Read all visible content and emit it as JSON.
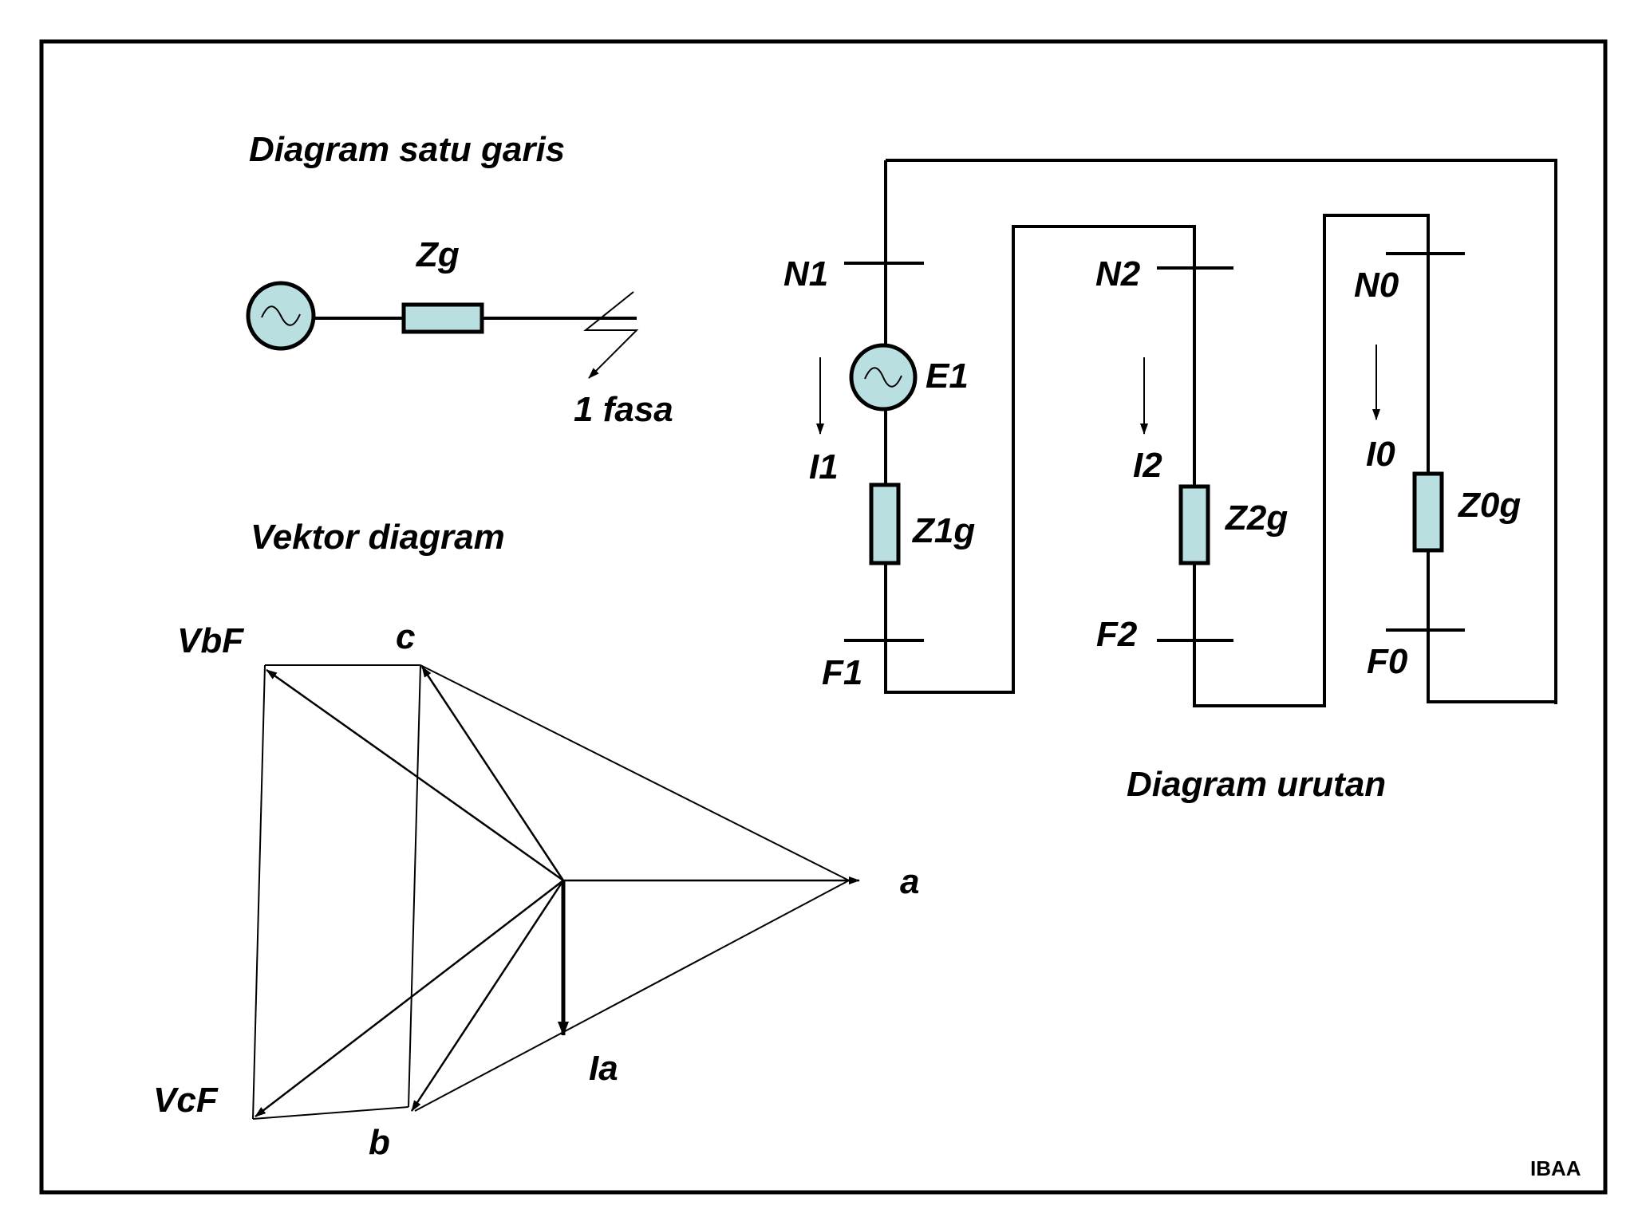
{
  "titles": {
    "single_line": "Diagram  satu  garis",
    "vector": "Vektor  diagram",
    "sequence": "Diagram  urutan"
  },
  "single_line": {
    "impedance": "Zg",
    "fault": "1 fasa"
  },
  "sequence": {
    "positive": {
      "bus_n": "N1",
      "bus_f": "F1",
      "source": "E1",
      "current": "I1",
      "impedance": "Z1g"
    },
    "negative": {
      "bus_n": "N2",
      "bus_f": "F2",
      "current": "I2",
      "impedance": "Z2g"
    },
    "zero": {
      "bus_n": "N0",
      "bus_f": "F0",
      "current": "I0",
      "impedance": "Z0g"
    }
  },
  "vector": {
    "a": "a",
    "b": "b",
    "c": "c",
    "vbf": "VbF",
    "vcf": "VcF",
    "ia": "Ia"
  },
  "watermark": "IBAA",
  "colors": {
    "component_fill": "#b9dfe0",
    "line": "#000000"
  }
}
